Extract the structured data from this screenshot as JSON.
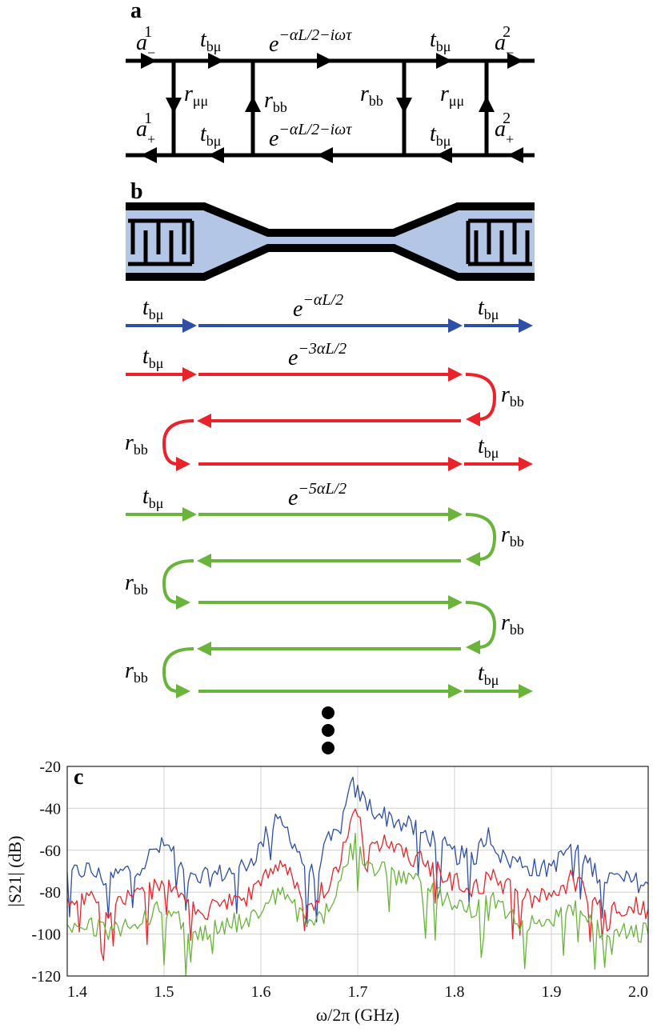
{
  "panels": {
    "a": {
      "label": "a",
      "input_top": "a",
      "input_top_sub": "−",
      "input_top_sup": "1",
      "input_bottom": "a",
      "input_bottom_sub": "+",
      "input_bottom_sup": "1",
      "output_top": "a",
      "output_top_sub": "−",
      "output_top_sup": "2",
      "output_bottom": "a",
      "output_bottom_sub": "+",
      "output_bottom_sup": "2",
      "t": "t",
      "t_sub": "bμ",
      "r": "r",
      "r_mumu_sub": "μμ",
      "r_bb_sub": "bb",
      "e": "e",
      "prop_exp": "−αL/2−iωτ"
    },
    "b": {
      "label": "b",
      "t": "t",
      "t_sub": "bμ",
      "r": "r",
      "r_sub": "bb",
      "e": "e",
      "exp_1": "−αL/2",
      "exp_3": "−3αL/2",
      "exp_5": "−5αL/2",
      "colors": {
        "blue": "#2f4fa6",
        "red": "#e8242a",
        "green": "#6ab43c",
        "device_fill": "#b4c6e6"
      }
    }
  },
  "chart_data": {
    "type": "line",
    "panel_label": "c",
    "xlabel": "ω/2π (GHz)",
    "ylabel": "|S21| (dB)",
    "xlim": [
      1.4,
      2.0
    ],
    "ylim": [
      -120,
      -20
    ],
    "xticks": [
      "1.4",
      "1.5",
      "1.6",
      "1.7",
      "1.8",
      "1.9",
      "2.0"
    ],
    "yticks": [
      "-20",
      "-40",
      "-60",
      "-80",
      "-100",
      "-120"
    ],
    "grid": true,
    "series": [
      {
        "color": "#2f4fa6",
        "points": [
          [
            1.4,
            -72
          ],
          [
            1.42,
            -69
          ],
          [
            1.44,
            -74
          ],
          [
            1.46,
            -70
          ],
          [
            1.48,
            -66
          ],
          [
            1.49,
            -60
          ],
          [
            1.5,
            -58
          ],
          [
            1.51,
            -60
          ],
          [
            1.52,
            -70
          ],
          [
            1.53,
            -75
          ],
          [
            1.55,
            -72
          ],
          [
            1.57,
            -70
          ],
          [
            1.59,
            -65
          ],
          [
            1.6,
            -58
          ],
          [
            1.61,
            -48
          ],
          [
            1.62,
            -47
          ],
          [
            1.63,
            -52
          ],
          [
            1.64,
            -62
          ],
          [
            1.65,
            -72
          ],
          [
            1.66,
            -66
          ],
          [
            1.67,
            -56
          ],
          [
            1.68,
            -52
          ],
          [
            1.69,
            -36
          ],
          [
            1.695,
            -29
          ],
          [
            1.7,
            -33
          ],
          [
            1.71,
            -38
          ],
          [
            1.72,
            -42
          ],
          [
            1.74,
            -46
          ],
          [
            1.76,
            -50
          ],
          [
            1.78,
            -55
          ],
          [
            1.8,
            -62
          ],
          [
            1.82,
            -64
          ],
          [
            1.83,
            -56
          ],
          [
            1.835,
            -50
          ],
          [
            1.84,
            -56
          ],
          [
            1.85,
            -64
          ],
          [
            1.87,
            -66
          ],
          [
            1.89,
            -70
          ],
          [
            1.91,
            -64
          ],
          [
            1.92,
            -57
          ],
          [
            1.93,
            -62
          ],
          [
            1.95,
            -72
          ],
          [
            1.97,
            -74
          ],
          [
            2.0,
            -76
          ]
        ]
      },
      {
        "color": "#e8242a",
        "points": [
          [
            1.4,
            -85
          ],
          [
            1.42,
            -82
          ],
          [
            1.44,
            -88
          ],
          [
            1.46,
            -84
          ],
          [
            1.48,
            -80
          ],
          [
            1.5,
            -76
          ],
          [
            1.51,
            -78
          ],
          [
            1.52,
            -86
          ],
          [
            1.54,
            -90
          ],
          [
            1.56,
            -86
          ],
          [
            1.58,
            -84
          ],
          [
            1.6,
            -78
          ],
          [
            1.61,
            -70
          ],
          [
            1.62,
            -68
          ],
          [
            1.63,
            -72
          ],
          [
            1.64,
            -80
          ],
          [
            1.65,
            -88
          ],
          [
            1.66,
            -82
          ],
          [
            1.67,
            -75
          ],
          [
            1.68,
            -70
          ],
          [
            1.69,
            -52
          ],
          [
            1.695,
            -41
          ],
          [
            1.7,
            -47
          ],
          [
            1.71,
            -54
          ],
          [
            1.73,
            -58
          ],
          [
            1.75,
            -62
          ],
          [
            1.77,
            -66
          ],
          [
            1.79,
            -72
          ],
          [
            1.81,
            -78
          ],
          [
            1.83,
            -76
          ],
          [
            1.835,
            -68
          ],
          [
            1.84,
            -72
          ],
          [
            1.86,
            -80
          ],
          [
            1.88,
            -84
          ],
          [
            1.9,
            -82
          ],
          [
            1.92,
            -74
          ],
          [
            1.94,
            -82
          ],
          [
            1.96,
            -88
          ],
          [
            1.98,
            -86
          ],
          [
            2.0,
            -88
          ]
        ]
      },
      {
        "color": "#6ab43c",
        "points": [
          [
            1.4,
            -98
          ],
          [
            1.42,
            -94
          ],
          [
            1.44,
            -100
          ],
          [
            1.46,
            -96
          ],
          [
            1.48,
            -92
          ],
          [
            1.5,
            -88
          ],
          [
            1.52,
            -96
          ],
          [
            1.54,
            -100
          ],
          [
            1.56,
            -96
          ],
          [
            1.58,
            -94
          ],
          [
            1.6,
            -88
          ],
          [
            1.61,
            -82
          ],
          [
            1.62,
            -80
          ],
          [
            1.63,
            -84
          ],
          [
            1.64,
            -92
          ],
          [
            1.66,
            -94
          ],
          [
            1.67,
            -86
          ],
          [
            1.68,
            -80
          ],
          [
            1.69,
            -64
          ],
          [
            1.695,
            -53
          ],
          [
            1.7,
            -59
          ],
          [
            1.71,
            -66
          ],
          [
            1.73,
            -70
          ],
          [
            1.75,
            -74
          ],
          [
            1.77,
            -78
          ],
          [
            1.79,
            -84
          ],
          [
            1.81,
            -90
          ],
          [
            1.83,
            -88
          ],
          [
            1.835,
            -80
          ],
          [
            1.84,
            -84
          ],
          [
            1.86,
            -92
          ],
          [
            1.88,
            -96
          ],
          [
            1.9,
            -94
          ],
          [
            1.92,
            -86
          ],
          [
            1.94,
            -94
          ],
          [
            1.96,
            -100
          ],
          [
            1.98,
            -98
          ],
          [
            2.0,
            -100
          ]
        ]
      }
    ]
  }
}
